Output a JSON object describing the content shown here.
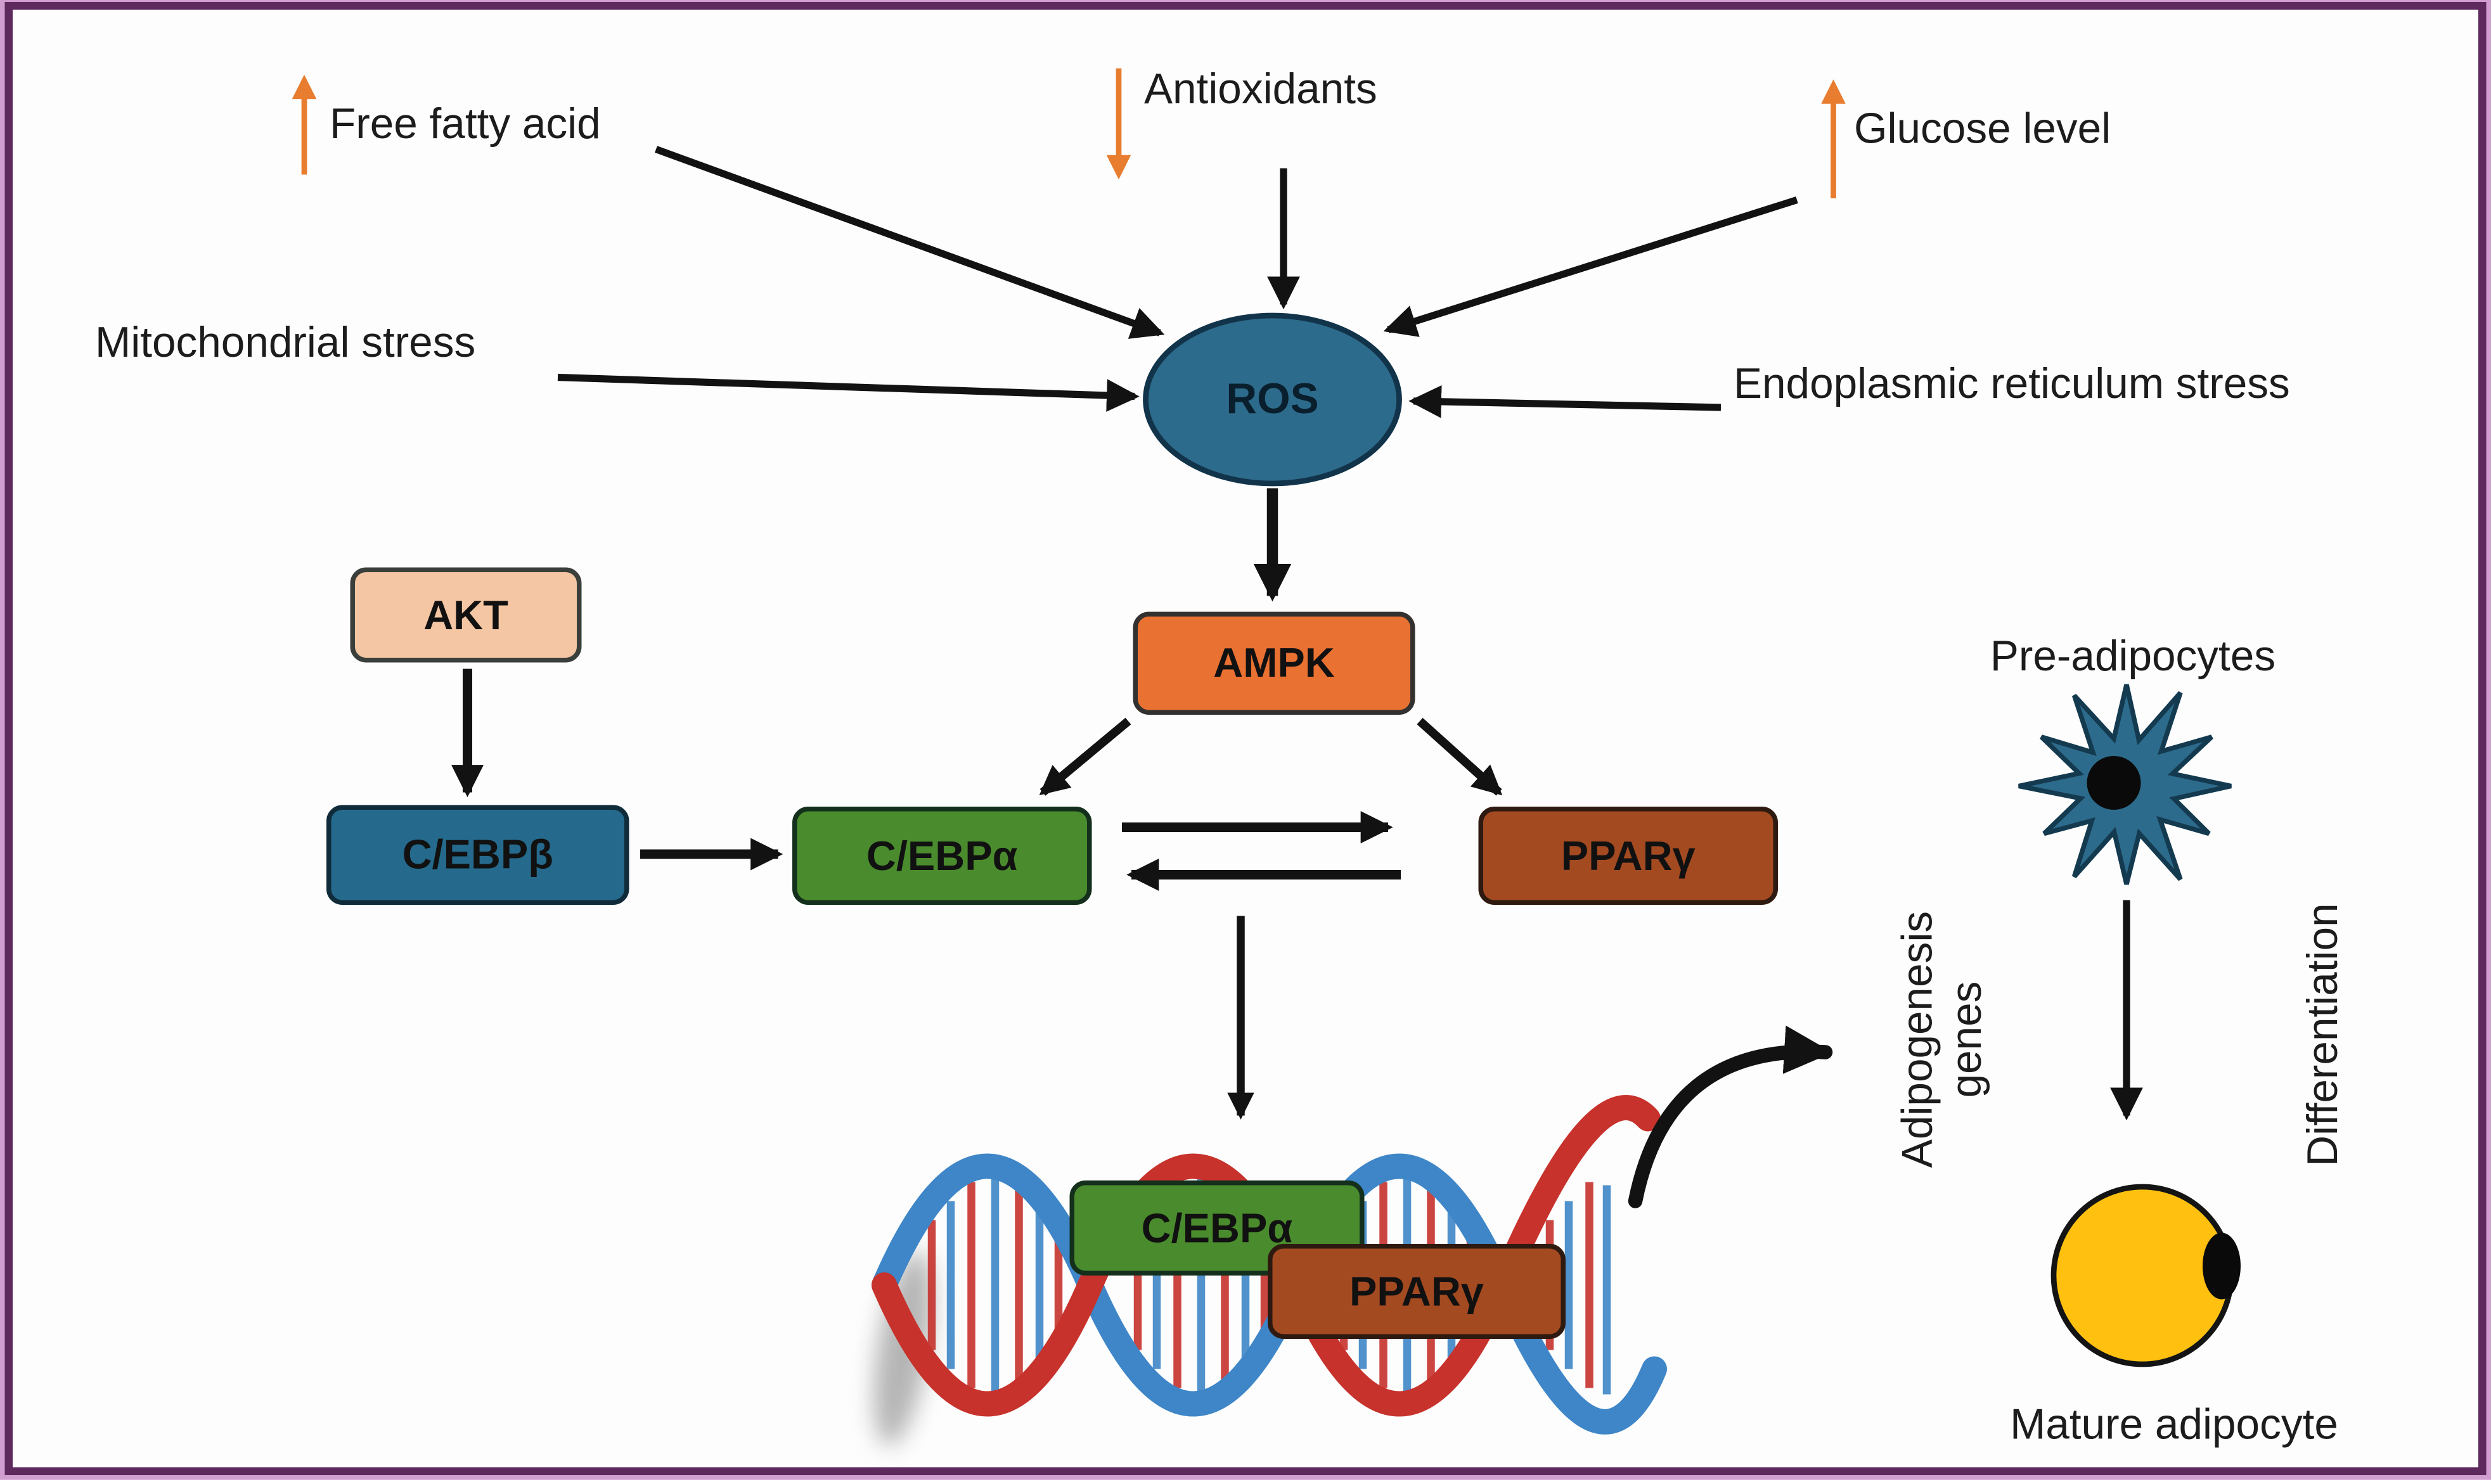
{
  "factors": {
    "free_fatty_acid": "Free fatty acid",
    "antioxidants": "Antioxidants",
    "glucose_level": "Glucose level",
    "mitochondrial_stress": "Mitochondrial stress",
    "endoplasmic_reticulum_stress": "Endoplasmic reticulum stress"
  },
  "nodes": {
    "ros": "ROS",
    "akt": "AKT",
    "ampk": "AMPK",
    "cebp_beta": "C/EBPβ",
    "cebp_alpha": "C/EBPα",
    "ppar_gamma": "PPARγ",
    "cebp_alpha_on_dna": "C/EBPα",
    "ppar_gamma_on_dna": "PPARγ"
  },
  "annotations": {
    "adipogenesis_genes": "Adipogenesis genes",
    "pre_adipocytes": "Pre-adipocytes",
    "differentiation": "Differentiation",
    "mature_adipocyte": "Mature adipocyte"
  },
  "colors": {
    "ros_fill": "#2D6B8C",
    "akt_fill": "#F4C6A3",
    "ampk_fill": "#E97132",
    "cebp_beta_fill": "#256A8C",
    "cebp_alpha_fill": "#4A8C2D",
    "ppar_gamma_fill": "#A34A21",
    "adipocyte_fill": "#FFC010",
    "pre_adipocyte_fill": "#2D6B8C",
    "up_down_arrow_orange": "#E87C2F",
    "frame_purple": "#5E2A5E",
    "dna_red": "#C7322C",
    "dna_blue": "#3E86C7"
  }
}
